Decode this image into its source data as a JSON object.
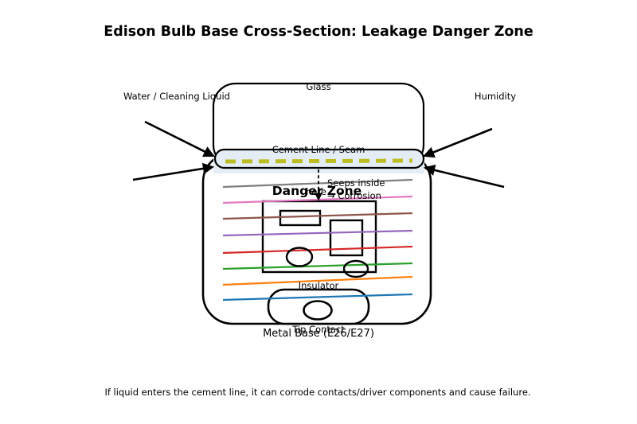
{
  "title": "Edison Bulb Base Cross-Section: Leakage Danger Zone",
  "caption": "If liquid enters the cement line, it can corrode contacts/driver components and cause failure.",
  "labels": {
    "glass": "Glass",
    "water_source": "Water / Cleaning Liquid",
    "humidity_source": "Humidity",
    "cement_line": "Cement Line / Seam",
    "danger_zone": "Danger Zone",
    "seep_note_line1": "Seeps inside",
    "seep_note_line2": "→ Corrosion",
    "seep_here": "here",
    "insulator": "Insulator",
    "tip_contact": "Tip Contact",
    "metal_base": "Metal Base (E26/E27)"
  },
  "colors": {
    "cement_fill": "#e4edf5",
    "cement_seam_dash": "#bcbd22",
    "thread_colors": [
      "#7f7f7f",
      "#e377c2",
      "#8c564b",
      "#9467bd",
      "#d62728",
      "#2ca02c",
      "#ff7f0e",
      "#1f77b4"
    ]
  }
}
